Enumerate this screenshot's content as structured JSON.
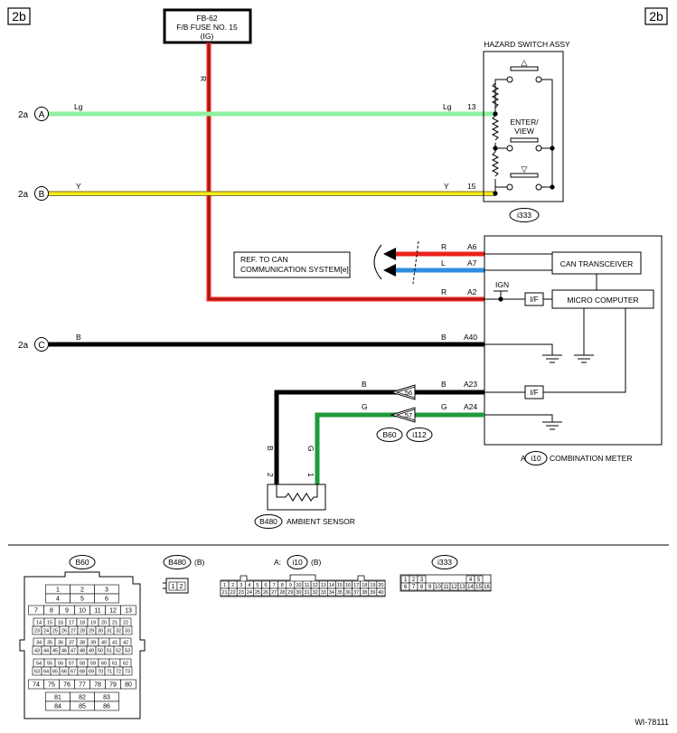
{
  "page_tags": {
    "left": "2b",
    "right": "2b"
  },
  "fuse": {
    "line1": "FB-62",
    "line2": "F/B FUSE NO. 15",
    "line3": "(IG)"
  },
  "wires": {
    "red_color_code": "R",
    "lg": {
      "code": "Lg",
      "pin": "13",
      "page": "2a",
      "connector": "A"
    },
    "y": {
      "code": "Y",
      "pin": "15",
      "page": "2a",
      "connector": "B"
    },
    "b": {
      "code": "B",
      "pin": "A40",
      "page": "2a",
      "connector": "C"
    },
    "can_r": {
      "code": "R",
      "pin": "A6"
    },
    "can_l": {
      "code": "L",
      "pin": "A7"
    },
    "a2": {
      "code": "R",
      "pin": "A2"
    },
    "a23": {
      "code": "B",
      "pin": "A23",
      "joint": "56",
      "sensor_code": "B",
      "sensor_pin": "2"
    },
    "a24": {
      "code": "G",
      "pin": "A24",
      "joint": "57",
      "sensor_code": "G",
      "sensor_pin": "1"
    },
    "colors": {
      "lg": "#8ef0a0",
      "y": "#f5ea1e",
      "r": "#e8231c",
      "l": "#2e8ee0",
      "b": "#000000",
      "g": "#1f9a3c"
    }
  },
  "hazard": {
    "title": "HAZARD SWITCH ASSY",
    "enter_view_1": "ENTER/",
    "enter_view_2": "VIEW",
    "up": "△",
    "down": "▽",
    "connector": "i333"
  },
  "can_ref": {
    "line1": "REF. TO CAN",
    "line2": "COMMUNICATION SYSTEM[e]"
  },
  "meter": {
    "can_transceiver": "CAN TRANSCEIVER",
    "micro_computer": "MICRO COMPUTER",
    "ign": "IGN",
    "if1": "I/F",
    "if2": "I/F",
    "prefix": "A:",
    "connector": "i10",
    "name": "COMBINATION METER"
  },
  "joint_connectors": [
    "B60",
    "i112"
  ],
  "sensor": {
    "connector": "B480",
    "name": "AMBIENT SENSOR"
  },
  "pinouts": {
    "b60": {
      "title": "B60",
      "rows": [
        [
          "1",
          "2",
          "3"
        ],
        [
          "4",
          "5",
          "6"
        ],
        [
          "7",
          "8",
          "9",
          "10",
          "11",
          "12",
          "13"
        ],
        [
          "14",
          "15",
          "16",
          "17",
          "18",
          "19",
          "20",
          "21",
          "22"
        ],
        [
          "23",
          "24",
          "25",
          "26",
          "27",
          "28",
          "29",
          "30",
          "31",
          "32",
          "33"
        ],
        [
          "34",
          "35",
          "36",
          "37",
          "38",
          "39",
          "40",
          "41",
          "42"
        ],
        [
          "43",
          "44",
          "45",
          "46",
          "47",
          "48",
          "49",
          "50",
          "51",
          "52",
          "53"
        ],
        [
          "54",
          "55",
          "56",
          "57",
          "58",
          "59",
          "60",
          "61",
          "62"
        ],
        [
          "63",
          "64",
          "65",
          "66",
          "67",
          "68",
          "69",
          "70",
          "71",
          "72",
          "73"
        ],
        [
          "74",
          "75",
          "76",
          "77",
          "78",
          "79",
          "80"
        ],
        [
          "81",
          "82",
          "83"
        ],
        [
          "84",
          "85",
          "86"
        ]
      ]
    },
    "b480": {
      "title": "B480",
      "suffix": "(B)",
      "pins": [
        "1",
        "2"
      ]
    },
    "i10": {
      "prefix": "A:",
      "title": "i10",
      "suffix": "(B)",
      "row1": [
        "1",
        "2",
        "3",
        "4",
        "5",
        "6",
        "7",
        "8",
        "9",
        "10",
        "11",
        "12",
        "13",
        "14",
        "15",
        "16",
        "17",
        "18",
        "19",
        "20"
      ],
      "row2": [
        "21",
        "22",
        "23",
        "24",
        "25",
        "26",
        "27",
        "28",
        "29",
        "30",
        "31",
        "32",
        "33",
        "34",
        "35",
        "36",
        "37",
        "38",
        "39",
        "40"
      ]
    },
    "i333": {
      "title": "i333",
      "row1_left": [
        "1",
        "2",
        "3"
      ],
      "row1_right": [
        "4",
        "5"
      ],
      "row2": [
        "6",
        "7",
        "8",
        "9",
        "10",
        "11",
        "12",
        "13",
        "14",
        "15",
        "16"
      ]
    }
  },
  "figure_id": "WI-78111"
}
